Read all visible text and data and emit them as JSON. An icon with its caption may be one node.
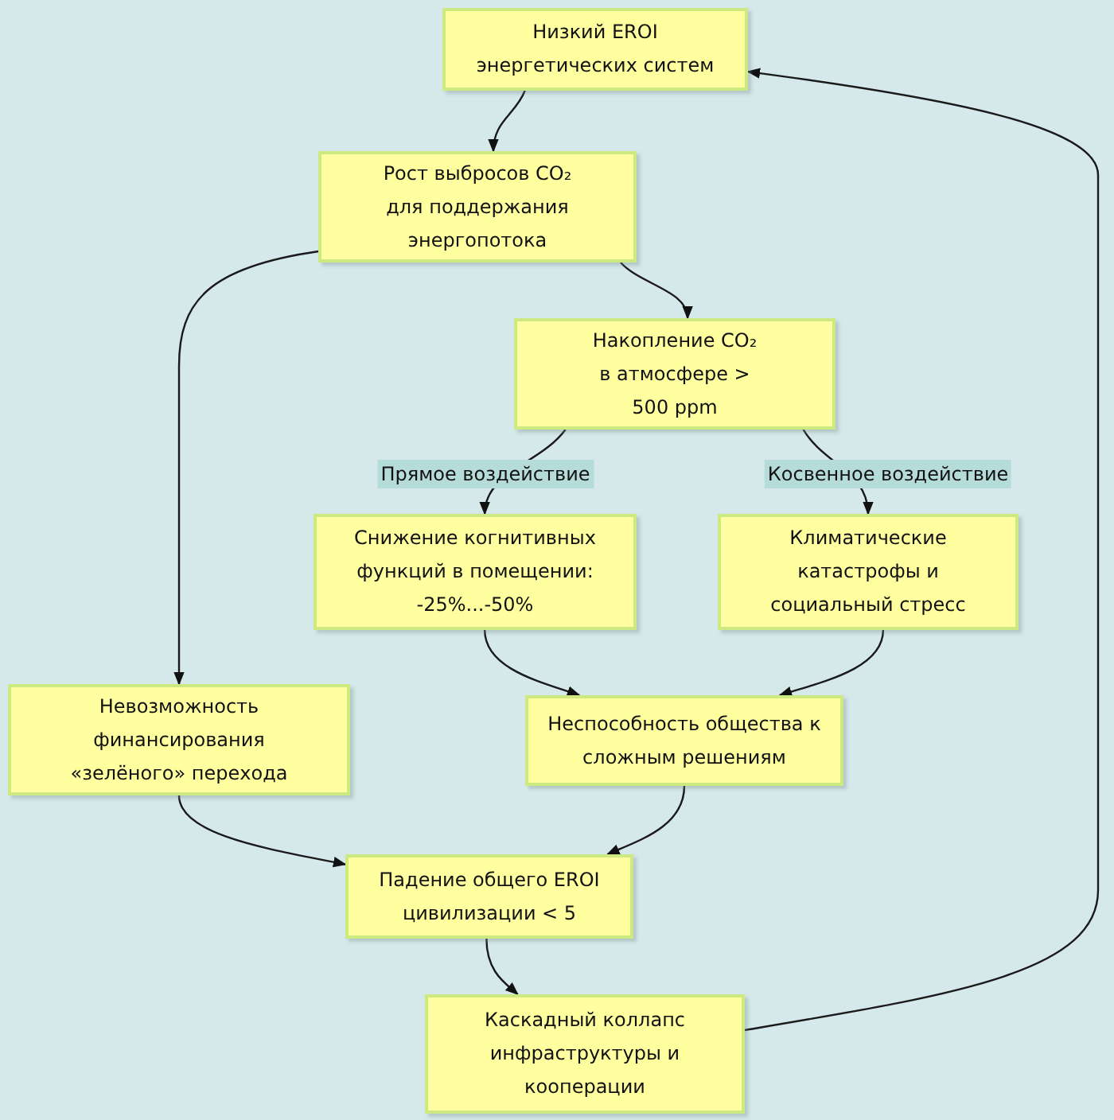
{
  "diagram": {
    "nodes": [
      {
        "text": [
          "Низкий EROI энергетических систем"
        ]
      },
      {
        "text": [
          "Рост выбросов CO₂ для поддержания энергопотока"
        ]
      },
      {
        "text": [
          "Накопление CO₂ в атмосфере > 500 ppm"
        ]
      },
      {
        "text": [
          "Снижение когнитивных функций в помещении: -25%...-50%"
        ]
      },
      {
        "text": [
          "Климатические катастрофы и социальный стресс"
        ]
      },
      {
        "text": [
          "Невозможность финансирования «зелёного» перехода"
        ]
      },
      {
        "text": [
          "Неспособность общества к сложным решениям"
        ]
      },
      {
        "text": [
          "Падение общего EROI цивилизации < 5"
        ]
      },
      {
        "text": [
          "Каскадный коллапс инфраструктуры и кооперации"
        ]
      }
    ],
    "edges": [
      {
        "from": 0,
        "to": 1,
        "arrow": "to"
      },
      {
        "from": 1,
        "to": 2,
        "arrow": "to"
      },
      {
        "from": 1,
        "to": 5,
        "arrow": "to"
      },
      {
        "from": 2,
        "to": 3,
        "arrow": "to",
        "label": "Прямое воздействие"
      },
      {
        "from": 2,
        "to": 4,
        "arrow": "to",
        "label": "Косвенное воздействие"
      },
      {
        "from": 3,
        "to": 6,
        "arrow": "to"
      },
      {
        "from": 4,
        "to": 6,
        "arrow": "to"
      },
      {
        "from": 5,
        "to": 7,
        "arrow": "to"
      },
      {
        "from": 6,
        "to": 7,
        "arrow": "to"
      },
      {
        "from": 7,
        "to": 8,
        "arrow": "to"
      },
      {
        "from": 8,
        "to": 0,
        "arrow": "to"
      }
    ]
  }
}
